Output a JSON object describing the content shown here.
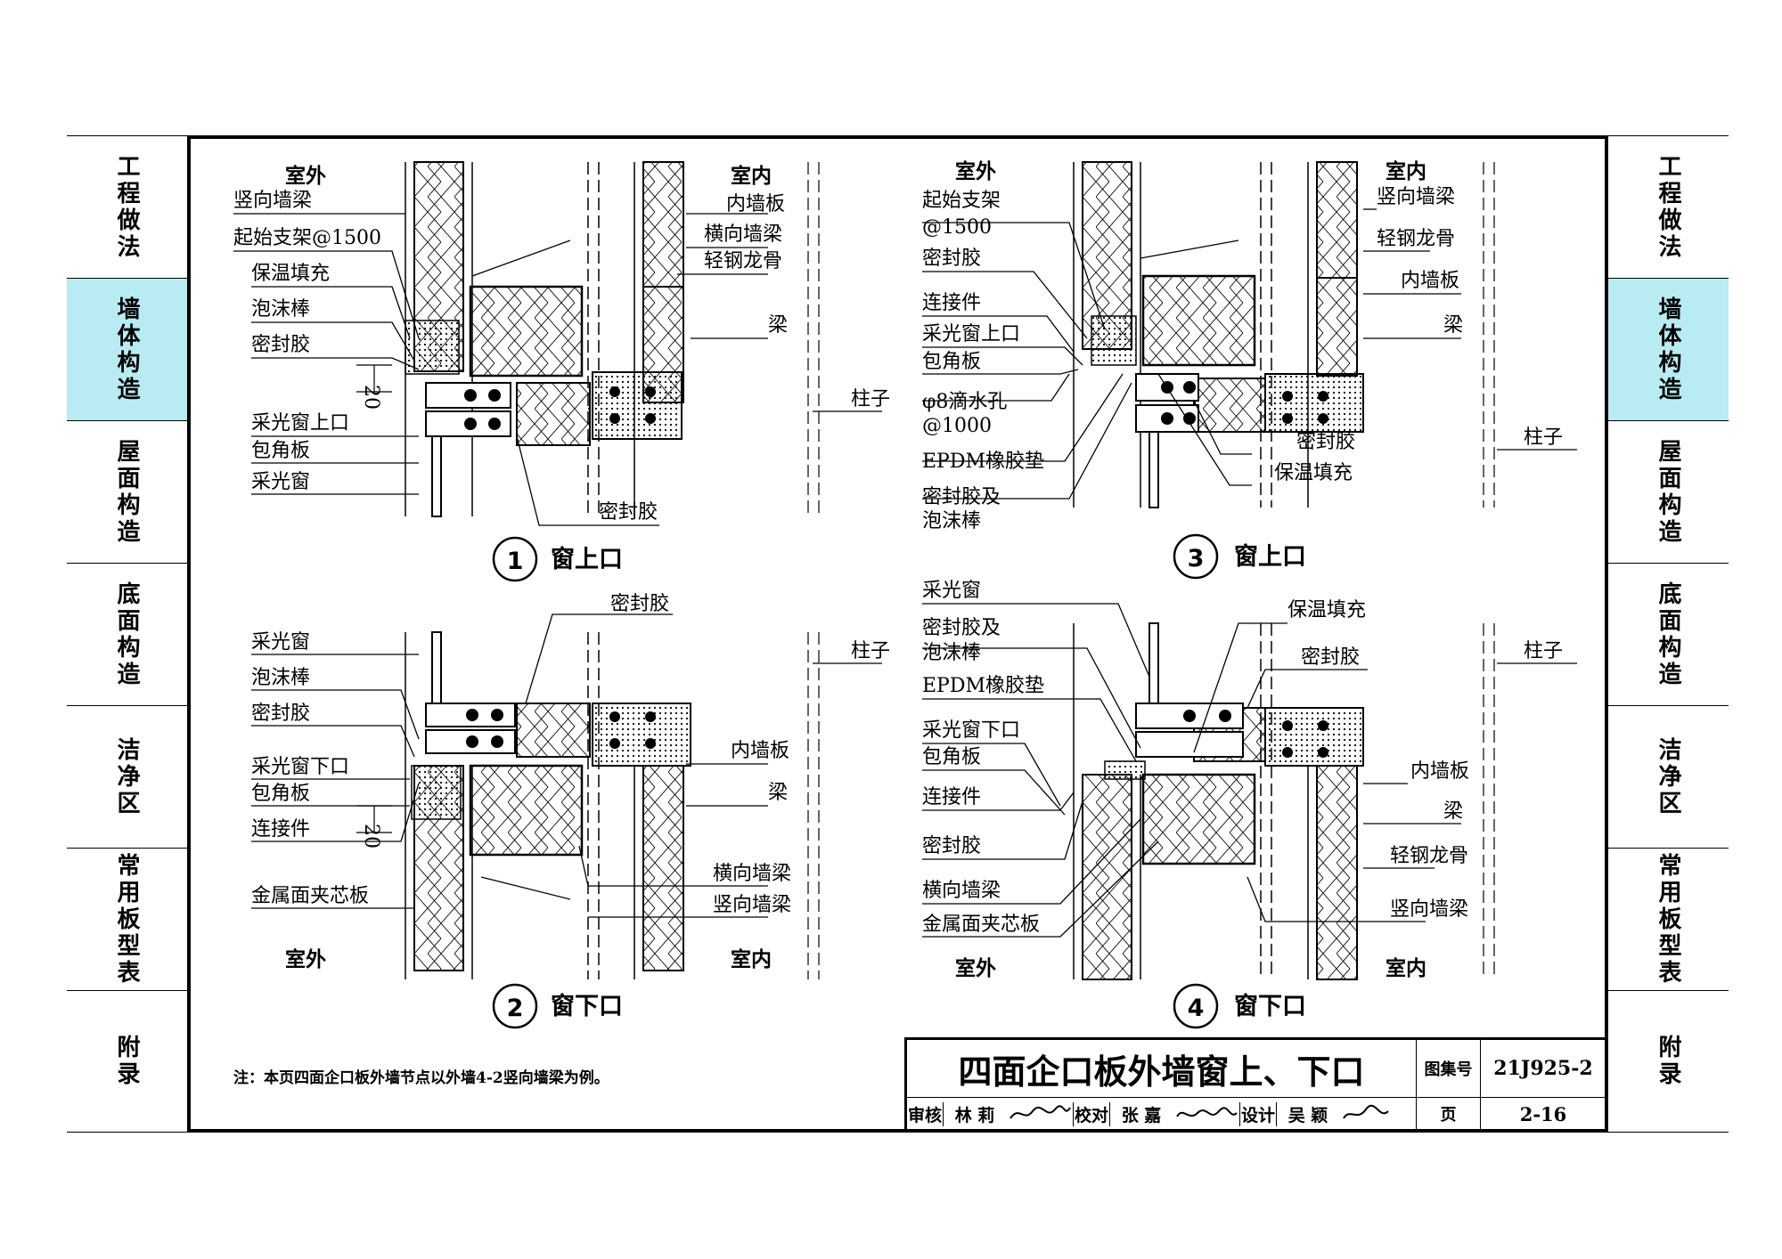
{
  "sidebar": {
    "left": [
      {
        "label": "工程做法",
        "active": false
      },
      {
        "label": "墙体构造",
        "active": true
      },
      {
        "label": "屋面构造",
        "active": false
      },
      {
        "label": "底面构造",
        "active": false
      },
      {
        "label": "洁净区",
        "active": false
      },
      {
        "label": "常用板型表",
        "active": false
      },
      {
        "label": "附录",
        "active": false
      }
    ],
    "right": [
      {
        "label": "工程做法",
        "active": false
      },
      {
        "label": "墙体构造",
        "active": true
      },
      {
        "label": "屋面构造",
        "active": false
      },
      {
        "label": "底面构造",
        "active": false
      },
      {
        "label": "洁净区",
        "active": false
      },
      {
        "label": "常用板型表",
        "active": false
      },
      {
        "label": "附录",
        "active": false
      }
    ]
  },
  "colors": {
    "active_tab": "#b8ecf2",
    "line": "#000000"
  },
  "details": {
    "d1": {
      "num": "1",
      "title": "窗上口",
      "outside": "室外",
      "inside": "室内",
      "labels_left": [
        "竖向墙梁",
        "起始支架@1500",
        "保温填充",
        "泡沫棒",
        "密封胶",
        "采光窗上口",
        "包角板",
        "采光窗"
      ],
      "labels_right": [
        "内墙板",
        "横向墙梁",
        "轻钢龙骨",
        "梁",
        "柱子"
      ],
      "label_bottom": "密封胶",
      "dim": "20"
    },
    "d2": {
      "num": "2",
      "title": "窗下口",
      "outside": "室外",
      "inside": "室内",
      "labels_left": [
        "采光窗",
        "泡沫棒",
        "密封胶",
        "采光窗下口",
        "包角板",
        "连接件",
        "金属面夹芯板"
      ],
      "labels_right": [
        "内墙板",
        "梁",
        "横向墙梁",
        "竖向墙梁",
        "柱子"
      ],
      "label_top": "密封胶",
      "dim": "20"
    },
    "d3": {
      "num": "3",
      "title": "窗上口",
      "outside": "室外",
      "inside": "室内",
      "labels_left": [
        "起始支架",
        "@1500",
        "密封胶",
        "连接件",
        "采光窗上口",
        "包角板",
        "φ8滴水孔",
        "@1000",
        "EPDM橡胶垫",
        "密封胶及",
        "泡沫棒"
      ],
      "labels_right": [
        "竖向墙梁",
        "轻钢龙骨",
        "内墙板",
        "梁",
        "柱子"
      ],
      "labels_mid": [
        "密封胶",
        "保温填充"
      ]
    },
    "d4": {
      "num": "4",
      "title": "窗下口",
      "outside": "室外",
      "inside": "室内",
      "labels_left": [
        "采光窗",
        "密封胶及",
        "泡沫棒",
        "EPDM橡胶垫",
        "采光窗下口",
        "包角板",
        "连接件",
        "密封胶",
        "横向墙梁",
        "金属面夹芯板"
      ],
      "labels_right": [
        "保温填充",
        "密封胶",
        "柱子",
        "内墙板",
        "梁",
        "轻钢龙骨",
        "竖向墙梁"
      ]
    }
  },
  "note": "注：本页四面企口板外墙节点以外墙4-2竖向墙梁为例。",
  "titleblock": {
    "title": "四面企口板外墙窗上、下口",
    "atlas_label": "图集号",
    "atlas_no": "21J925-2",
    "page_label": "页",
    "page_no": "2-16",
    "review_label": "审核",
    "reviewer": "林 莉",
    "check_label": "校对",
    "checker": "张 嘉",
    "design_label": "设计",
    "designer": "吴 颖"
  }
}
